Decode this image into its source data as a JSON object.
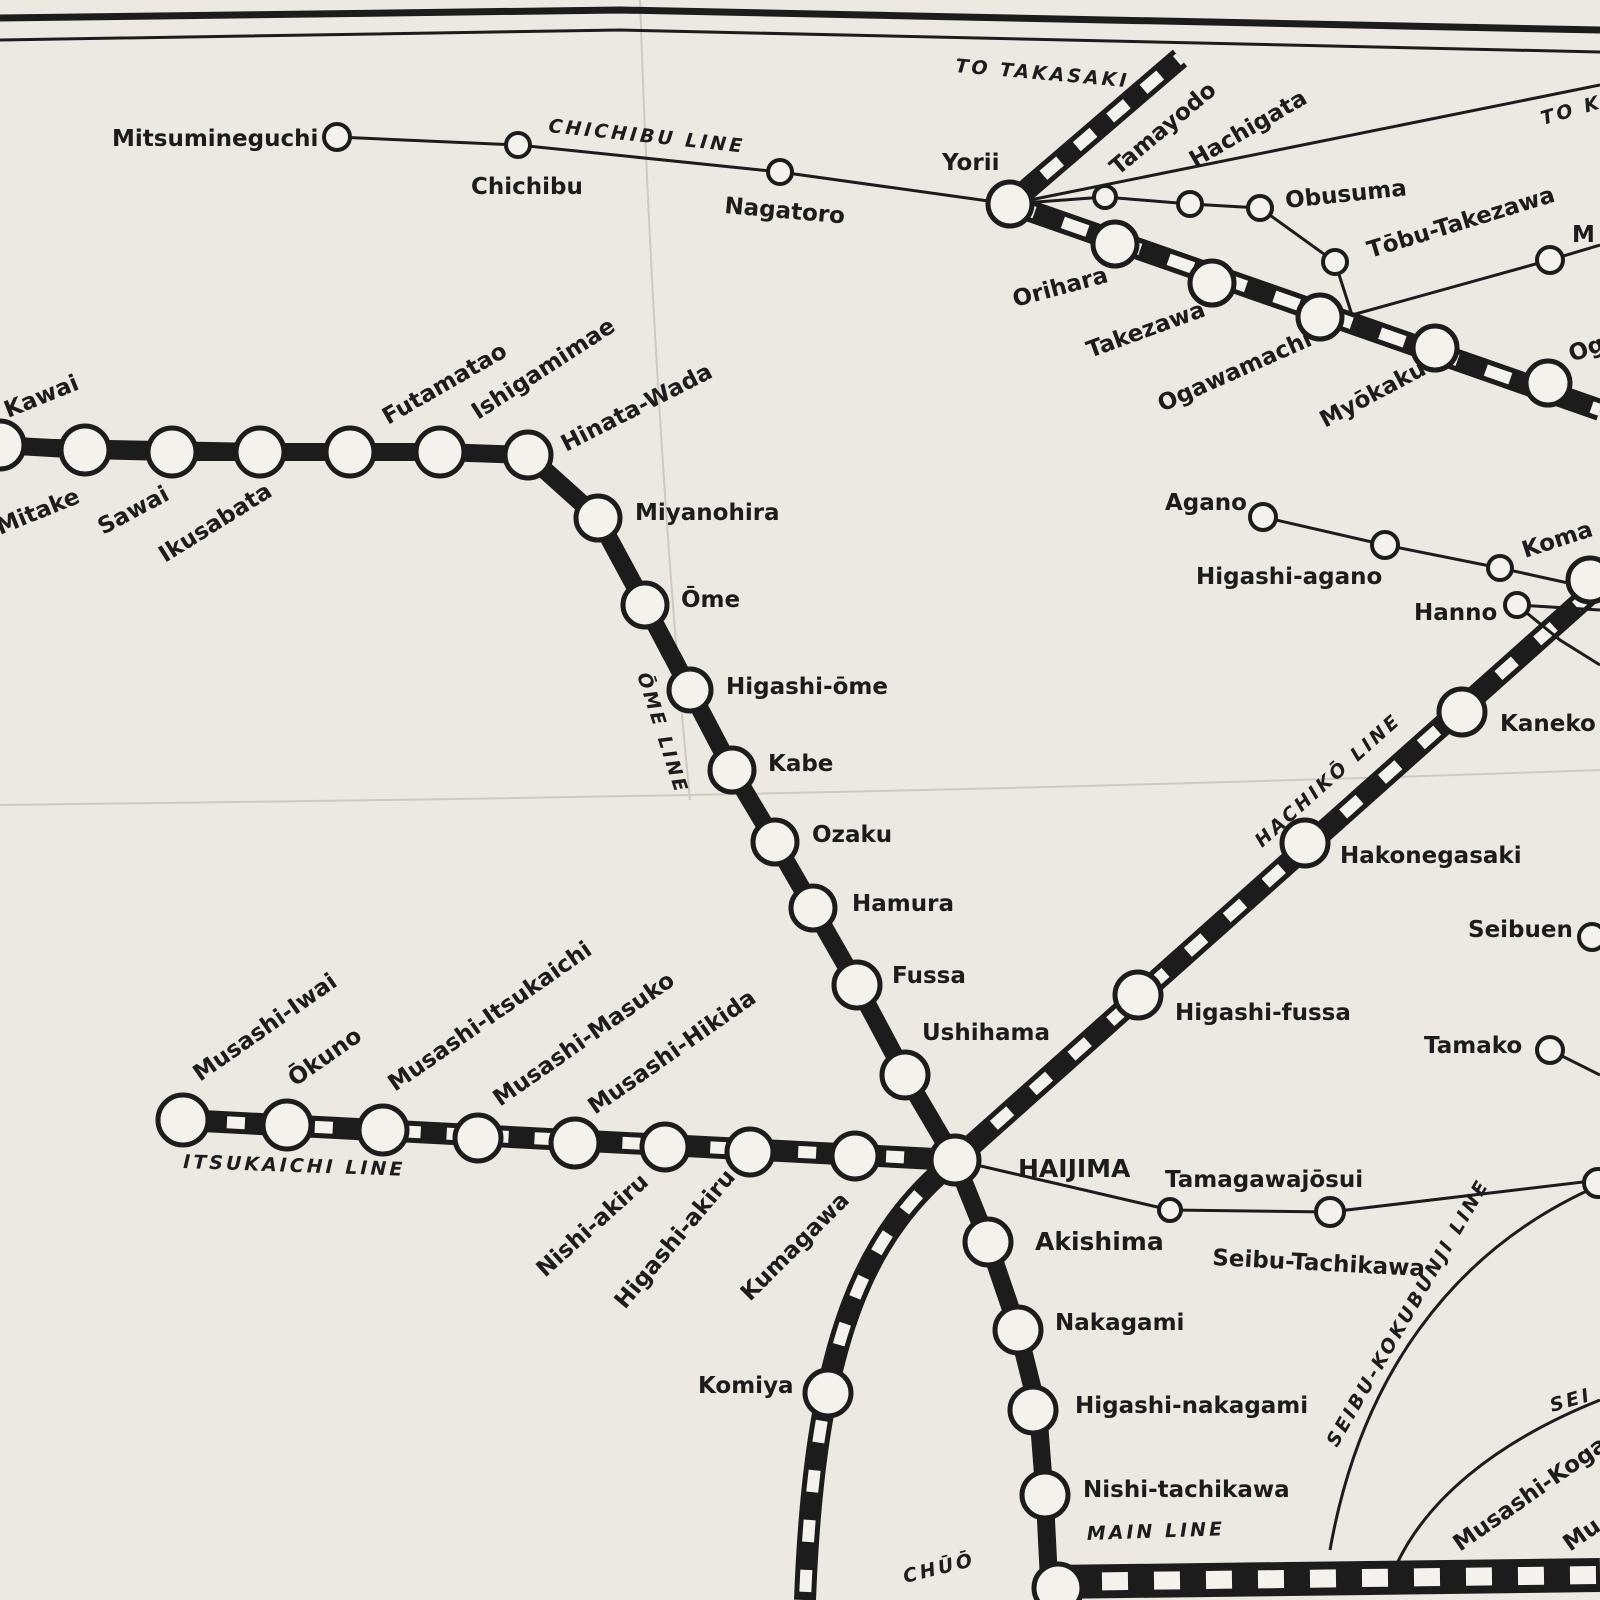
{
  "colors": {
    "paper": "#ece9e2",
    "ink": "#1c1c1c",
    "hollow": "#f4f2ec"
  },
  "lines": {
    "chichibu": "CHICHIBU LINE",
    "ome": "ŌME LINE",
    "itsukaichi": "ITSUKAICHI LINE",
    "hachiko": "HACHIKŌ LINE",
    "seibu_kokubunji": "SEIBU-KOKUBUNJI LINE",
    "chuo": "CHŪŌ",
    "main": "MAIN LINE",
    "seibu_partial": "SEI",
    "to_takasaki": "TO TAKASAKI",
    "to_k": "TO K"
  },
  "stations": {
    "mitsumineguchi": "Mitsumineguchi",
    "chichibu": "Chichibu",
    "nagatoro": "Nagatoro",
    "yorii": "Yorii",
    "tamayodo": "Tamayodo",
    "hachigata": "Hachigata",
    "obusuma": "Obusuma",
    "tobu_takezawa": "Tōbu-Takezawa",
    "orihara": "Orihara",
    "takezawa": "Takezawa",
    "ogawamachi": "Ogawamachi",
    "myokaku": "Myōkaku",
    "og_partial": "Og",
    "m_partial": "M",
    "kawai": "Kawai",
    "mitake": "Mitake",
    "sawai": "Sawai",
    "ikusabata": "Ikusabata",
    "futamatao": "Futamatao",
    "ishigamimae": "Ishigamimae",
    "hinata_wada": "Hinata-Wada",
    "miyanohira": "Miyanohira",
    "ome": "Ōme",
    "higashi_ome": "Higashi-ōme",
    "kabe": "Kabe",
    "ozaku": "Ozaku",
    "hamura": "Hamura",
    "fussa": "Fussa",
    "ushihama": "Ushihama",
    "haijima": "HAIJIMA",
    "akishima": "Akishima",
    "nakagami": "Nakagami",
    "higashi_nakagami": "Higashi-nakagami",
    "nishi_tachikawa": "Nishi-tachikawa",
    "agano": "Agano",
    "higashi_agano": "Higashi-agano",
    "koma": "Koma",
    "hanno": "Hanno",
    "kaneko": "Kaneko",
    "hakonegasaki": "Hakonegasaki",
    "seibuen": "Seibuen",
    "higashi_fussa": "Higashi-fussa",
    "tamako": "Tamako",
    "tamagawajosui": "Tamagawajōsui",
    "seibu_tachikawa": "Seibu-Tachikawa",
    "musashi_iwai": "Musashi-Iwai",
    "okuno": "Ōkuno",
    "musashi_itsukaichi": "Musashi-Itsukaichi",
    "musashi_masuko": "Musashi-Masuko",
    "musashi_hikida": "Musashi-Hikida",
    "nishi_akiru": "Nishi-akiru",
    "higashi_akiru": "Higashi-akiru",
    "kumagawa": "Kumagawa",
    "komiya": "Komiya",
    "musashi_koga_partial": "Musashi-Koga",
    "mu_partial": "Mu"
  }
}
